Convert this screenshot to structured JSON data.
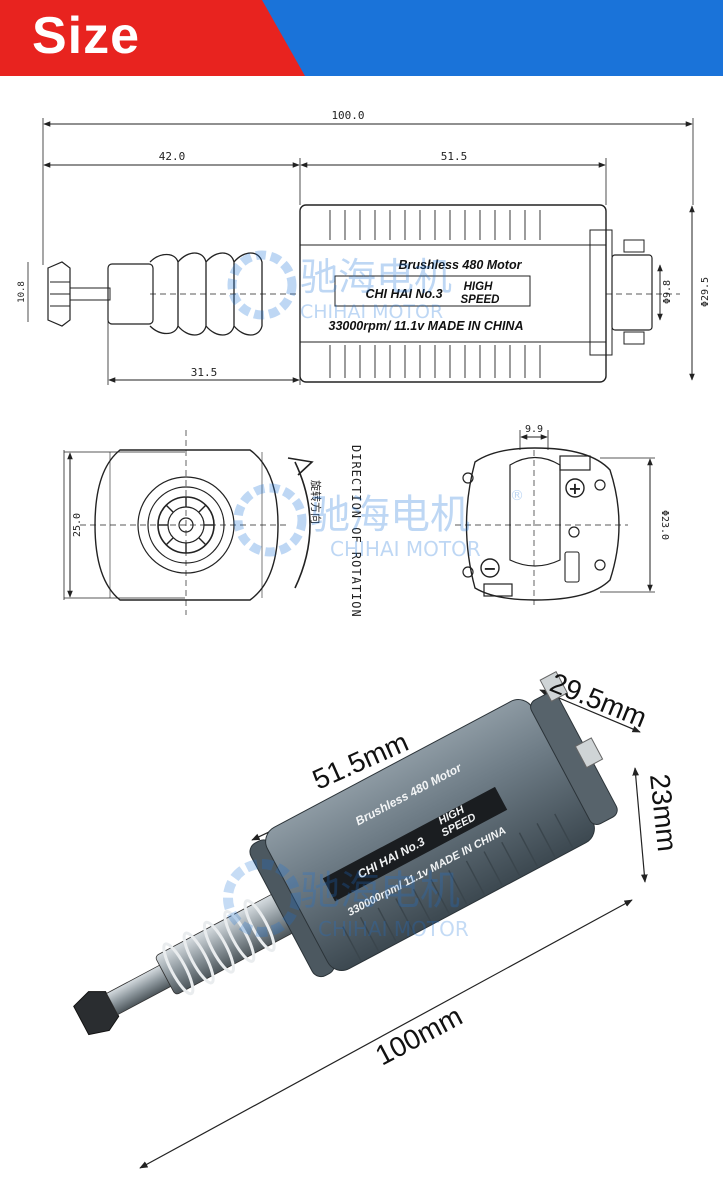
{
  "header": {
    "title": "Size",
    "red": "#e8231f",
    "blue": "#1a73d9"
  },
  "watermark": {
    "cn": "驰海电机",
    "en": "CHIHAI MOTOR",
    "reg": "®"
  },
  "motor_label": {
    "line1": "Brushless 480 Motor",
    "brand": "CHI HAI No.3",
    "high": "HIGH",
    "speed": "SPEED",
    "line3": "33000rpm/ 11.1v  MADE IN CHINA",
    "photo_line3": "330000rpm/ 11.1v  MADE IN CHINA"
  },
  "side_view_dims": {
    "total": "100.0",
    "front": "42.0",
    "body": "51.5",
    "shaft": "31.5",
    "shaft_dia": "Φ9.8",
    "body_dia": "Φ29.5",
    "gear_dia": "10.8"
  },
  "end_view_dims": {
    "width": "25.0",
    "rotation_en": "DIRECTION OF ROTATION",
    "rotation_cn": "旋转方向",
    "offset": "9.9",
    "height": "Φ23.0",
    "plus": "+",
    "minus": "−"
  },
  "photo_dims": {
    "width": "29.5mm",
    "height": "23mm",
    "body": "51.5mm",
    "total": "100mm"
  }
}
